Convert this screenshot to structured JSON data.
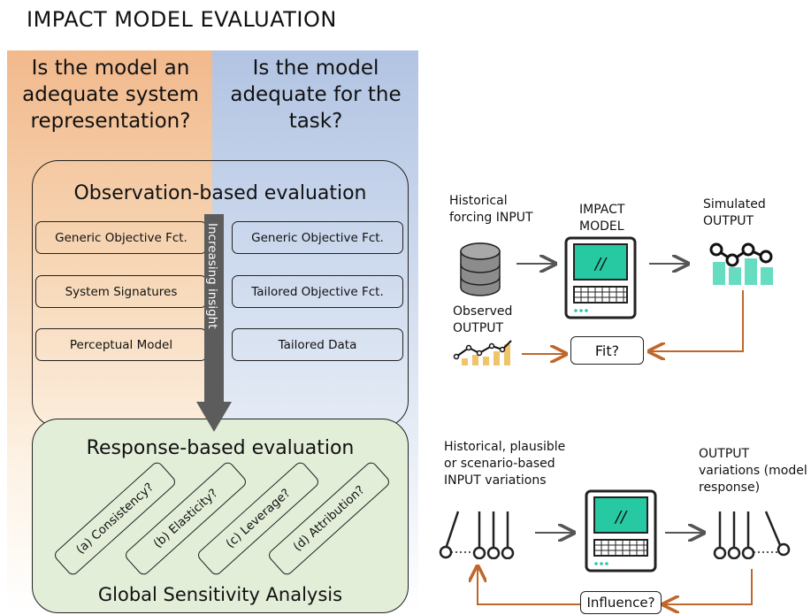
{
  "title": "IMPACT MODEL EVALUATION",
  "question_left": "Is the model an adequate system representation?",
  "question_right": "Is the model adequate for the task?",
  "observation": {
    "heading": "Observation-based evaluation",
    "left": [
      "Generic Objective Fct.",
      "System Signatures",
      "Perceptual Model"
    ],
    "right": [
      "Generic Objective Fct.",
      "Tailored Objective Fct.",
      "Tailored Data"
    ]
  },
  "arrow_label": "Increasing insight",
  "response": {
    "heading": "Response-based evaluation",
    "items": [
      "(a) Consistency?",
      "(b) Elasticity?",
      "(c) Leverage?",
      "(d) Attribution?"
    ],
    "footer": "Global Sensitivity Analysis"
  },
  "top_flow": {
    "input_label": "Historical forcing INPUT",
    "model_label": "IMPACT MODEL",
    "output_label": "Simulated OUTPUT",
    "observed_label": "Observed OUTPUT",
    "fit_label": "Fit?"
  },
  "bottom_flow": {
    "input_label": "Historical, plausible or scenario-based INPUT variations",
    "output_label": "OUTPUT variations (model response)",
    "influence_label": "Influence?"
  },
  "icons": [
    "database-icon",
    "laptop-icon",
    "line-chart-icon",
    "pendulum-icon"
  ],
  "colors": {
    "orange": "#f2b98c",
    "blue": "#b2c4e3",
    "green": "#e3eed9",
    "teal": "#66dcc0",
    "screen": "#27c9a2",
    "bar_yellow": "#f0c46a",
    "arrow_orange": "#c0662a",
    "insight_arrow": "#5c5c5c"
  }
}
